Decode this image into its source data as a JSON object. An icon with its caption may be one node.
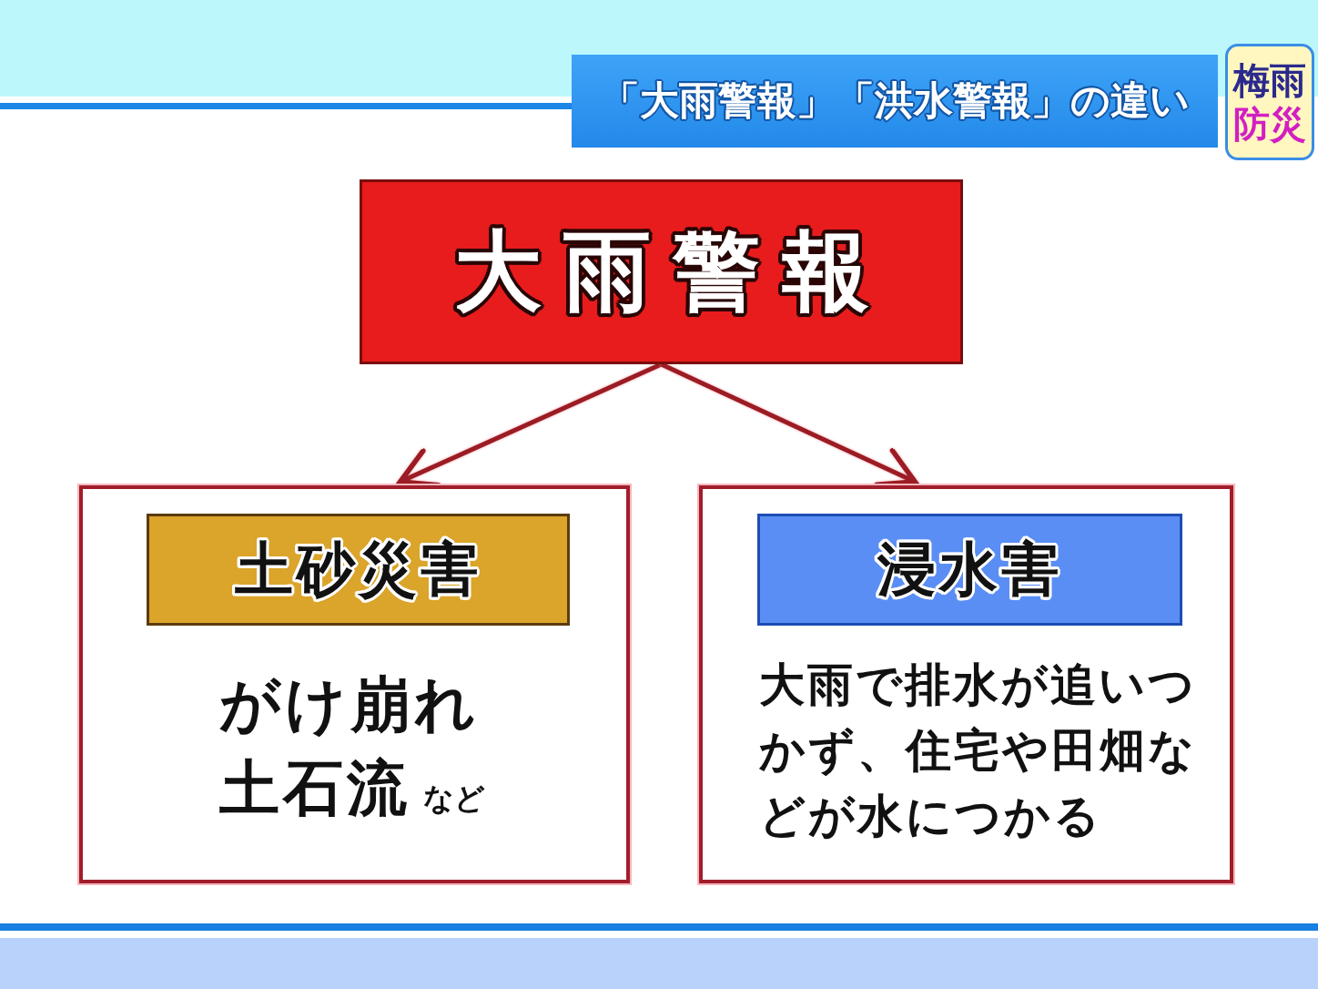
{
  "diagram": {
    "title": "「大雨警報」「洪水警報」の違い",
    "nodes": [
      {
        "text": [
          "大雨警報"
        ]
      },
      {
        "text": [
          "がけ崩れ",
          "土石流",
          "など"
        ]
      },
      {
        "text": [
          "土砂災害"
        ],
        "in": 1
      },
      {
        "text": [
          "大雨で排水が追いつかず、住宅や田畑などが水につかる"
        ]
      },
      {
        "text": [
          "浸水害"
        ],
        "in": 3
      }
    ],
    "edges": [
      {
        "from": 0,
        "to": 1,
        "arrow": "to"
      },
      {
        "from": 0,
        "to": 3,
        "arrow": "to"
      }
    ],
    "labels": [
      "梅雨",
      "防災"
    ]
  }
}
